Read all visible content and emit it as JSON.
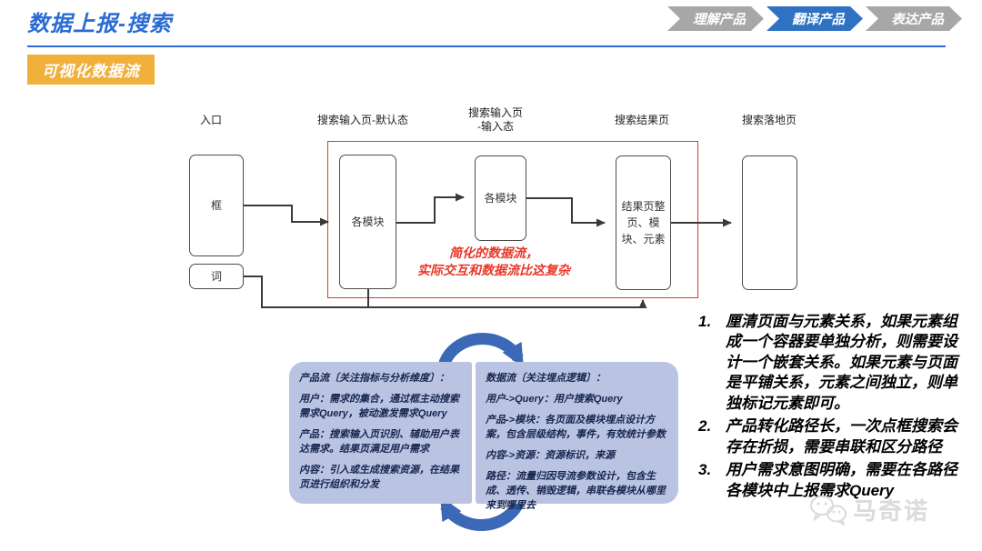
{
  "header": {
    "title": "数据上报-搜索",
    "badge": "可视化数据流",
    "steps": [
      {
        "label": "理解产品",
        "active": false
      },
      {
        "label": "翻译产品",
        "active": true
      },
      {
        "label": "表达产品",
        "active": false
      }
    ]
  },
  "flow": {
    "column_headers": [
      "入口",
      "搜索输入页-默认态",
      "搜索输入页\n-输入态",
      "搜索结果页",
      "搜索落地页"
    ],
    "nodes": {
      "entry_box": "框",
      "entry_word": "词",
      "default_modules": "各模块",
      "input_modules": "各模块",
      "result": "结果页整页、模块、元素",
      "landing": ""
    },
    "red_note": {
      "line1": "简化的数据流，",
      "line2": "实际交互和数据流比这复杂"
    }
  },
  "panels": {
    "left": {
      "title": "产品流〔关注指标与分析维度〕：",
      "items": [
        "用户：需求的集合，通过框主动搜索需求Query，被动激发需求Query",
        "产品：搜索输入页识别、辅助用户表达需求。结果页满足用户需求",
        "内容：引入或生成搜索资源，在结果页进行组织和分发"
      ]
    },
    "right": {
      "title": "数据流〔关注埋点逻辑〕：",
      "items": [
        "用户->Query：用户搜索Query",
        "产品->模块：各页面及模块埋点设计方案，包含层级结构，事件，有效统计参数",
        "内容->资源：资源标识，来源",
        "路径：流量归因导流参数设计，包含生成、透传、销毁逻辑，串联各模块从哪里来到哪里去"
      ]
    }
  },
  "notes": [
    {
      "num": "1.",
      "text": "厘清页面与元素关系，如果元素组成一个容器要单独分析，则需要设计一个嵌套关系。如果元素与页面是平铺关系，元素之间独立，则单独标记元素即可。"
    },
    {
      "num": "2.",
      "text": "产品转化路径长，一次点框搜索会存在折损，需要串联和区分路径"
    },
    {
      "num": "3.",
      "text": "用户需求意图明确，需要在各路径各模块中上报需求Query"
    }
  ],
  "watermark": "马奇诺",
  "colors": {
    "accent_blue": "#2a6bd5",
    "step_active": "#2f72c4",
    "step_inactive": "#a7a7a7",
    "badge_yellow": "#f1af3b",
    "note_red": "#e8382a",
    "panel_fill": "#bac3e2",
    "panel_text": "#16254e",
    "cycle_arrow": "#3c68b8",
    "connector": "#3a3a3a"
  }
}
